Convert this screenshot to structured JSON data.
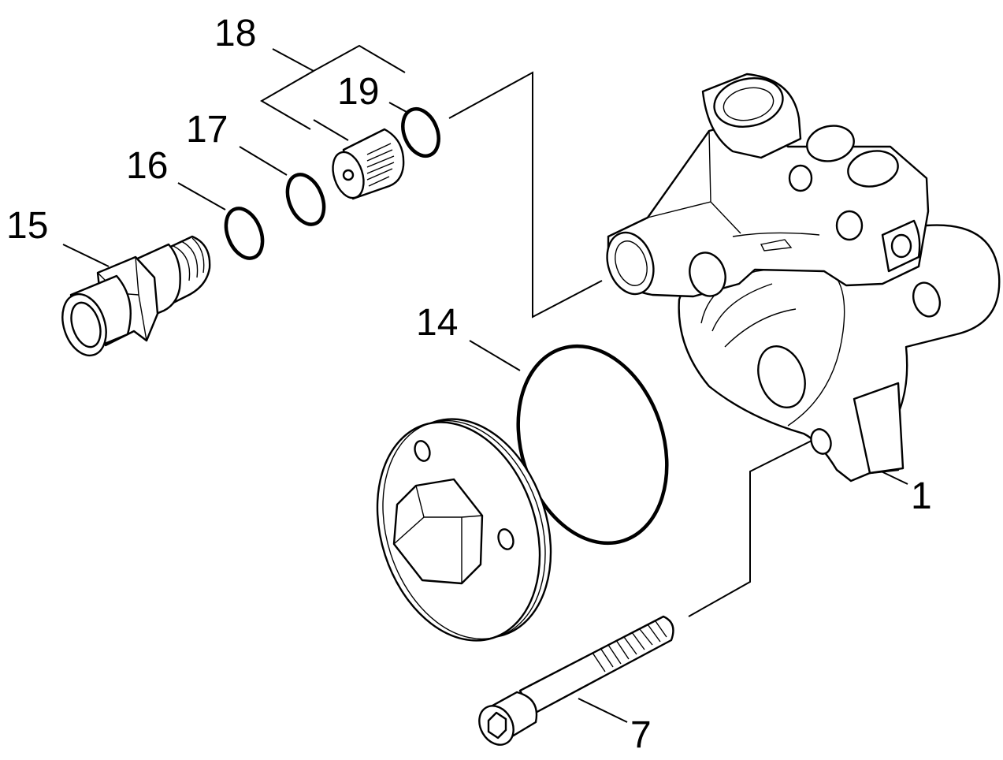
{
  "diagram": {
    "labels": {
      "part_1": "1",
      "part_7": "7",
      "part_14": "14",
      "part_15": "15",
      "part_16": "16",
      "part_17": "17",
      "part_18": "18",
      "part_19": "19"
    },
    "colors": {
      "line": "#000000",
      "background": "#ffffff"
    }
  }
}
